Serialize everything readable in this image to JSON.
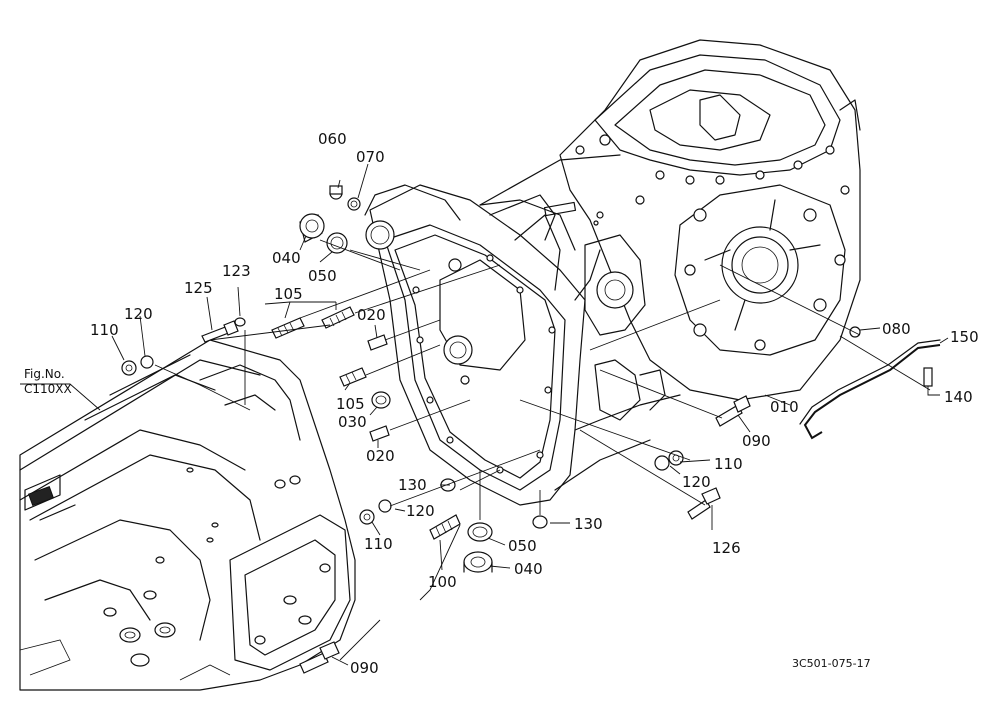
{
  "figure": {
    "reference_line1": "Fig.No.",
    "reference_line2": "C110XX",
    "drawing_code": "3C501-075-17"
  },
  "parts": [
    {
      "id": "p060",
      "label": "060"
    },
    {
      "id": "p070",
      "label": "070"
    },
    {
      "id": "p040a",
      "label": "040"
    },
    {
      "id": "p050a",
      "label": "050"
    },
    {
      "id": "p123",
      "label": "123"
    },
    {
      "id": "p125",
      "label": "125"
    },
    {
      "id": "p105a",
      "label": "105"
    },
    {
      "id": "p120a",
      "label": "120"
    },
    {
      "id": "p110a",
      "label": "110"
    },
    {
      "id": "p020a",
      "label": "020"
    },
    {
      "id": "p105b",
      "label": "105"
    },
    {
      "id": "p030",
      "label": "030"
    },
    {
      "id": "p020b",
      "label": "020"
    },
    {
      "id": "p080",
      "label": "080"
    },
    {
      "id": "p150",
      "label": "150"
    },
    {
      "id": "p140",
      "label": "140"
    },
    {
      "id": "p010",
      "label": "010"
    },
    {
      "id": "p090a",
      "label": "090"
    },
    {
      "id": "p110b",
      "label": "110"
    },
    {
      "id": "p120b",
      "label": "120"
    },
    {
      "id": "p130a",
      "label": "130"
    },
    {
      "id": "p120c",
      "label": "120"
    },
    {
      "id": "p110c",
      "label": "110"
    },
    {
      "id": "p130b",
      "label": "130"
    },
    {
      "id": "p050b",
      "label": "050"
    },
    {
      "id": "p126",
      "label": "126"
    },
    {
      "id": "p040b",
      "label": "040"
    },
    {
      "id": "p100",
      "label": "100"
    },
    {
      "id": "p090b",
      "label": "090"
    }
  ]
}
